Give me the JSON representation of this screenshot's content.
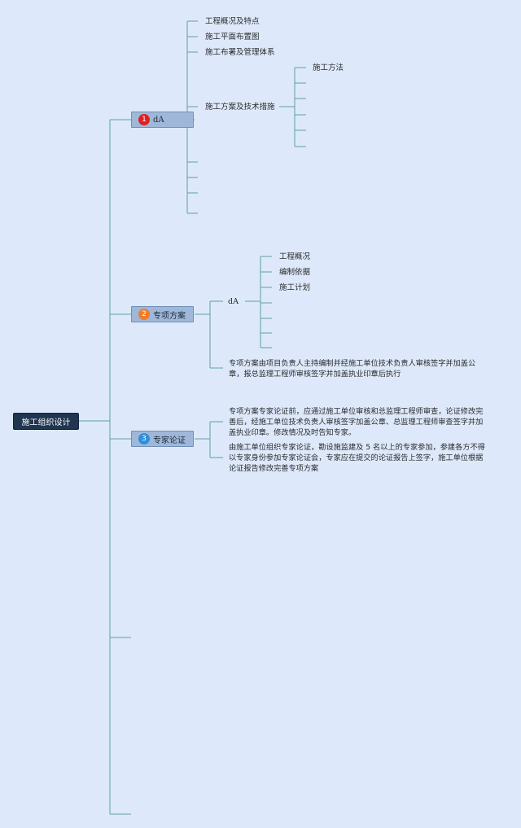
{
  "root": {
    "label": "施工组织设计"
  },
  "colors": {
    "line": "#5f9ea6",
    "root_bg": "#1f3550",
    "branch_bg": "#9fb8d9"
  },
  "branch1": {
    "badge": "1",
    "label": "dA",
    "children": [
      "工程概况及特点",
      "施工平面布置图",
      "施工布署及管理体系",
      "施工方案及技术措施"
    ],
    "sub": {
      "first": "施工方法"
    }
  },
  "branch2": {
    "badge": "2",
    "label": "专项方案",
    "node": "dA",
    "items": [
      "工程概况",
      "编制依据",
      "施工计划"
    ],
    "note": "专项方案由项目负责人主持编制并经施工单位技术负责人审核签字并加盖公章，报总监理工程师审核签字并加盖执业印章后执行"
  },
  "branch3": {
    "badge": "3",
    "label": "专家论证",
    "para1": "专项方案专家论证前，应通过施工单位审核和总监理工程师审查，论证修改完善后，经施工单位技术负责人审核签字加盖公章、总监理工程师审查签字并加盖执业印章。修改情况及时告知专家。",
    "para2": "由施工单位组织专家论证，勘设施监建及 5 名以上的专家参加，参建各方不得以专家身份参加专家论证会，专家应在提交的论证报告上签字，施工单位根据论证报告修改完善专项方案"
  }
}
